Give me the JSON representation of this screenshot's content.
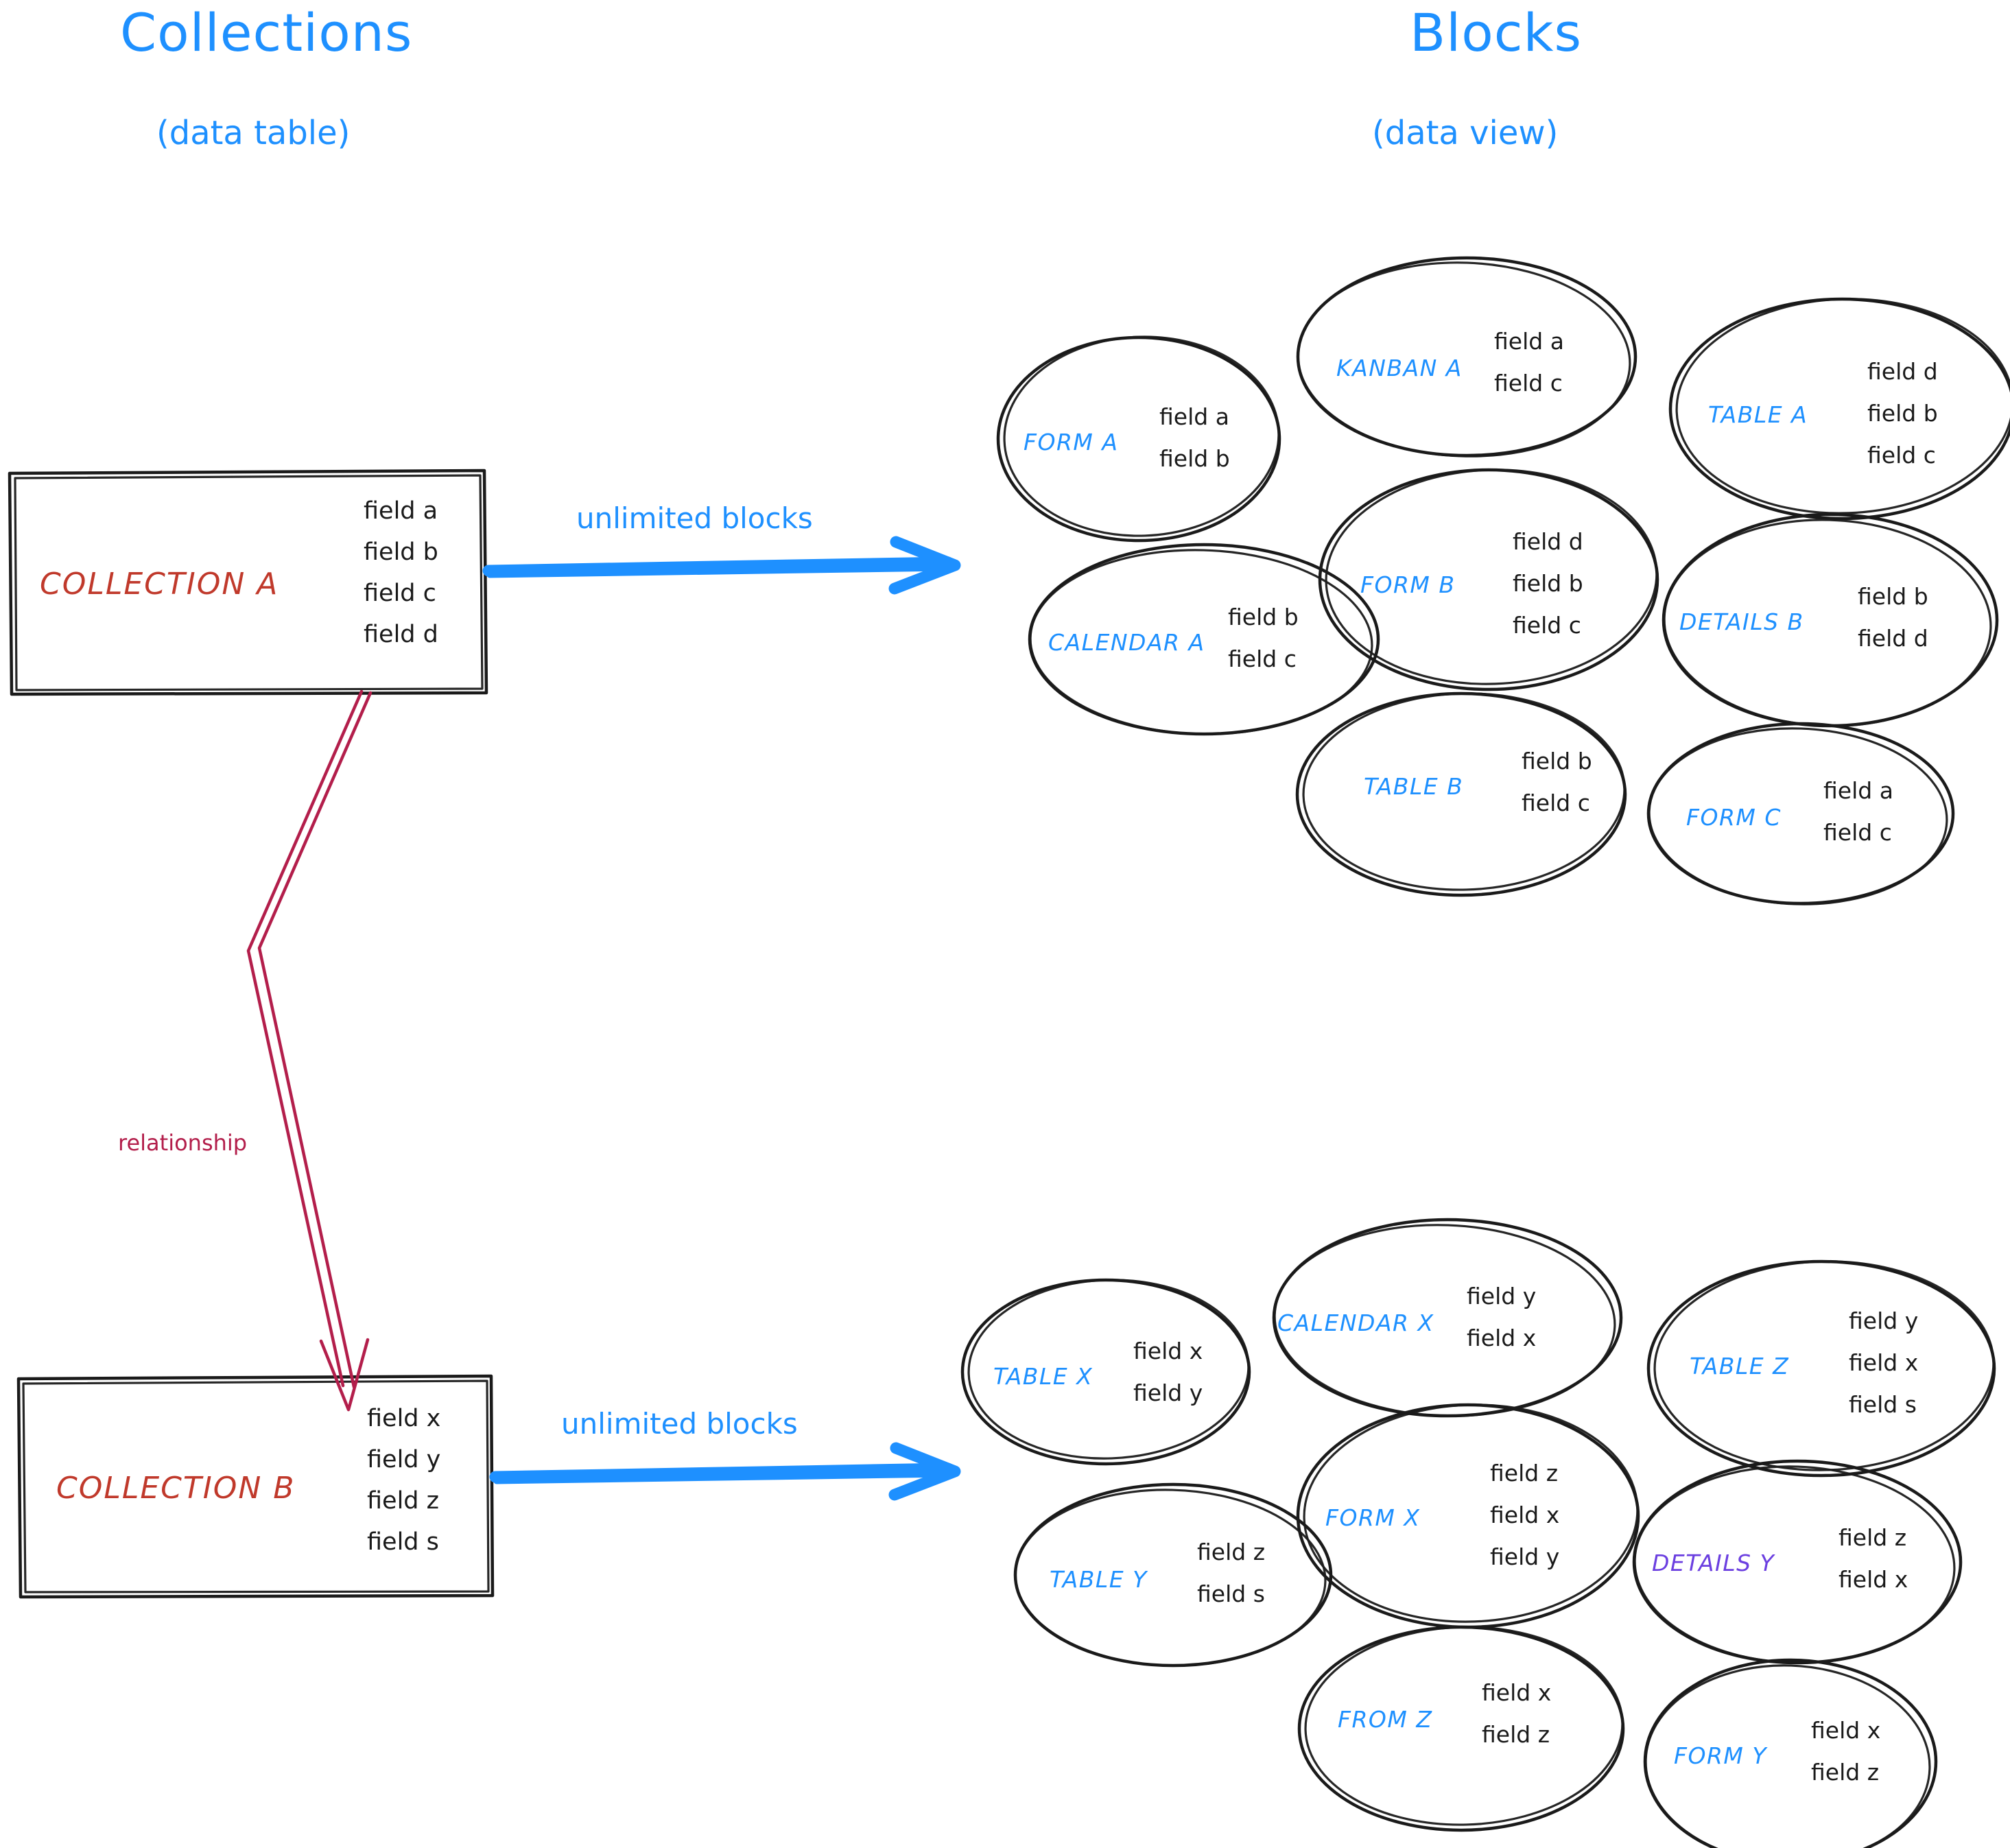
{
  "headings": {
    "left": {
      "title": "Collections",
      "subtitle": "(data table)"
    },
    "right": {
      "title": "Blocks",
      "subtitle": "(data view)"
    }
  },
  "colors": {
    "accent_blue": "#1e90ff",
    "collection_red": "#c0392b",
    "relationship_crimson": "#b31e4b",
    "details_purple": "#6b3fe0",
    "stroke_black": "#1a1a1a"
  },
  "collections": [
    {
      "name": "COLLECTION A",
      "fields": [
        "field a",
        "field b",
        "field c",
        "field d"
      ],
      "arrow_label": "unlimited blocks"
    },
    {
      "name": "COLLECTION B",
      "fields": [
        "field x",
        "field y",
        "field z",
        "field s"
      ],
      "arrow_label": "unlimited blocks"
    }
  ],
  "relationship": {
    "label": "relationship"
  },
  "blocks_top": [
    {
      "name": "FORM A",
      "color": "blue",
      "fields": [
        "field a",
        "field b"
      ]
    },
    {
      "name": "KANBAN A",
      "color": "blue",
      "fields": [
        "field a",
        "field c"
      ]
    },
    {
      "name": "TABLE A",
      "color": "blue",
      "fields": [
        "field d",
        "field b",
        "field c"
      ]
    },
    {
      "name": "CALENDAR A",
      "color": "blue",
      "fields": [
        "field b",
        "field c"
      ]
    },
    {
      "name": "FORM B",
      "color": "blue",
      "fields": [
        "field d",
        "field b",
        "field c"
      ]
    },
    {
      "name": "DETAILS B",
      "color": "blue",
      "fields": [
        "field b",
        "field d"
      ]
    },
    {
      "name": "TABLE B",
      "color": "blue",
      "fields": [
        "field b",
        "field c"
      ]
    },
    {
      "name": "FORM C",
      "color": "blue",
      "fields": [
        "field a",
        "field c"
      ]
    }
  ],
  "blocks_bottom": [
    {
      "name": "TABLE X",
      "color": "blue",
      "fields": [
        "field x",
        "field y"
      ]
    },
    {
      "name": "CALENDAR X",
      "color": "blue",
      "fields": [
        "field y",
        "field x"
      ]
    },
    {
      "name": "TABLE Z",
      "color": "blue",
      "fields": [
        "field y",
        "field x",
        "field s"
      ]
    },
    {
      "name": "TABLE Y",
      "color": "blue",
      "fields": [
        "field z",
        "field s"
      ]
    },
    {
      "name": "FORM X",
      "color": "blue",
      "fields": [
        "field z",
        "field x",
        "field y"
      ]
    },
    {
      "name": "DETAILS Y",
      "color": "purple",
      "fields": [
        "field z",
        "field x"
      ]
    },
    {
      "name": "FROM Z",
      "color": "blue",
      "fields": [
        "field x",
        "field z"
      ]
    },
    {
      "name": "FORM Y",
      "color": "blue",
      "fields": [
        "field x",
        "field z"
      ]
    }
  ]
}
